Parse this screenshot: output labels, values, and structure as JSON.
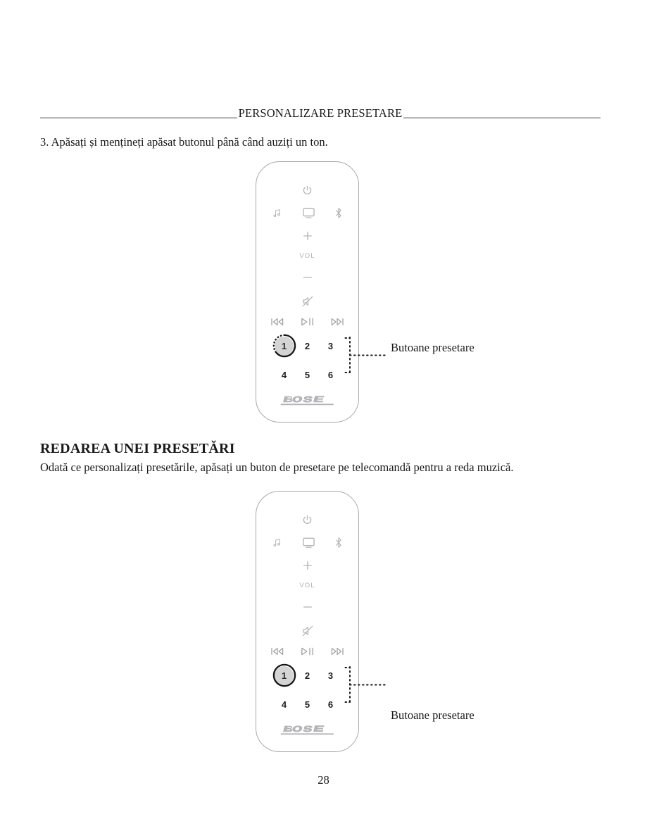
{
  "document": {
    "header_title": "PERSONALIZARE PRESETARE",
    "page_number": "28"
  },
  "step": {
    "text": "3. Apăsați și mențineți apăsat butonul până când auziți un ton."
  },
  "section": {
    "heading": "REDAREA UNEI PRESETĂRI",
    "body": "Odată ce personalizați presetările, apăsați un buton de presetare pe telecomandă pentru a reda muzică."
  },
  "callouts": {
    "first": "Butoane presetare",
    "second": "Butoane presetare"
  },
  "remote": {
    "brand": "BOSE",
    "vol_label": "VOL",
    "icons": {
      "power": "power-icon",
      "source_music": "music-note-icon",
      "source_tv": "tv-icon",
      "source_bluetooth": "bluetooth-icon",
      "volume_up": "plus-icon",
      "volume_down": "minus-icon",
      "mute": "mute-icon",
      "previous": "previous-track-icon",
      "play_pause": "play-pause-icon",
      "next": "next-track-icon"
    },
    "presets_top": [
      "1",
      "2",
      "3"
    ],
    "presets_bottom": [
      "4",
      "5",
      "6"
    ],
    "selected_preset": "1"
  },
  "colors": {
    "outline": "#a8a8ac",
    "icon_gray": "#b3b3b7",
    "preset_disc": "#d4d4d4",
    "ring_dark": "#1a1a1a",
    "text": "#1a1a1a",
    "rule": "#3a3a3a",
    "bose_logo": "#b5b5b9"
  }
}
